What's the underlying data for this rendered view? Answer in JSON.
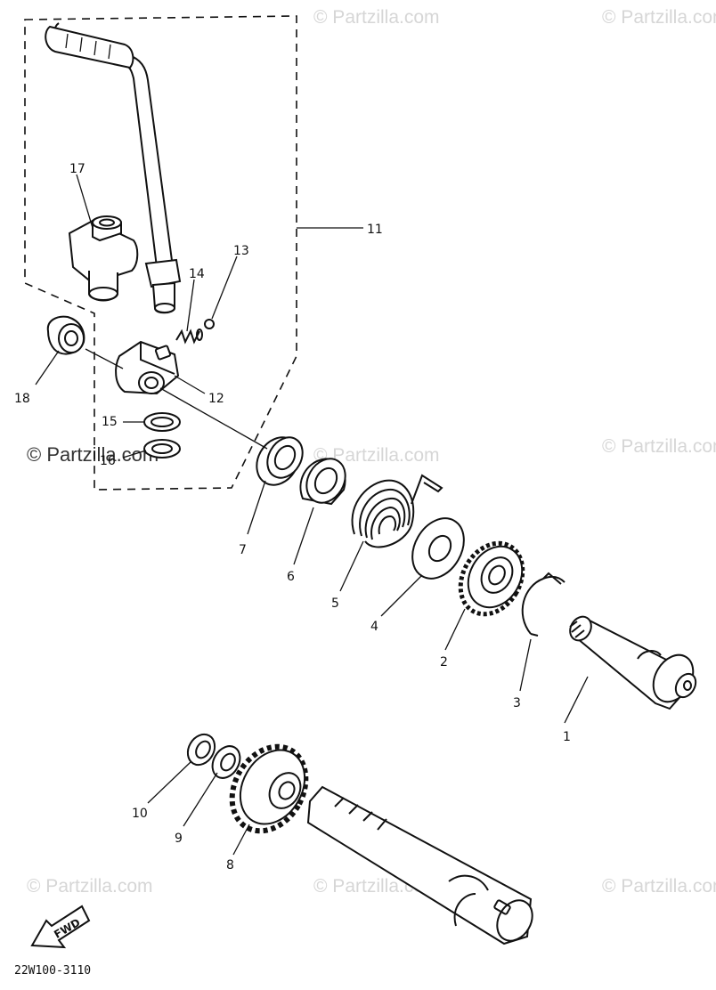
{
  "watermark": "© Partzilla.com",
  "diagram_code": "22W100-3110",
  "fwd_label": "FWD",
  "callouts": [
    {
      "id": "c1",
      "text": "1"
    },
    {
      "id": "c2",
      "text": "2"
    },
    {
      "id": "c3",
      "text": "3"
    },
    {
      "id": "c4",
      "text": "4"
    },
    {
      "id": "c5",
      "text": "5"
    },
    {
      "id": "c6",
      "text": "6"
    },
    {
      "id": "c7",
      "text": "7"
    },
    {
      "id": "c8",
      "text": "8"
    },
    {
      "id": "c9",
      "text": "9"
    },
    {
      "id": "c10",
      "text": "10"
    },
    {
      "id": "c11",
      "text": "11"
    },
    {
      "id": "c12",
      "text": "12"
    },
    {
      "id": "c13",
      "text": "13"
    },
    {
      "id": "c14",
      "text": "14"
    },
    {
      "id": "c15",
      "text": "15"
    },
    {
      "id": "c16",
      "text": "16"
    },
    {
      "id": "c17",
      "text": "17"
    },
    {
      "id": "c18",
      "text": "18"
    }
  ],
  "colors": {
    "ink": "#111111",
    "watermark": "#d6d6d6",
    "background": "#ffffff"
  }
}
